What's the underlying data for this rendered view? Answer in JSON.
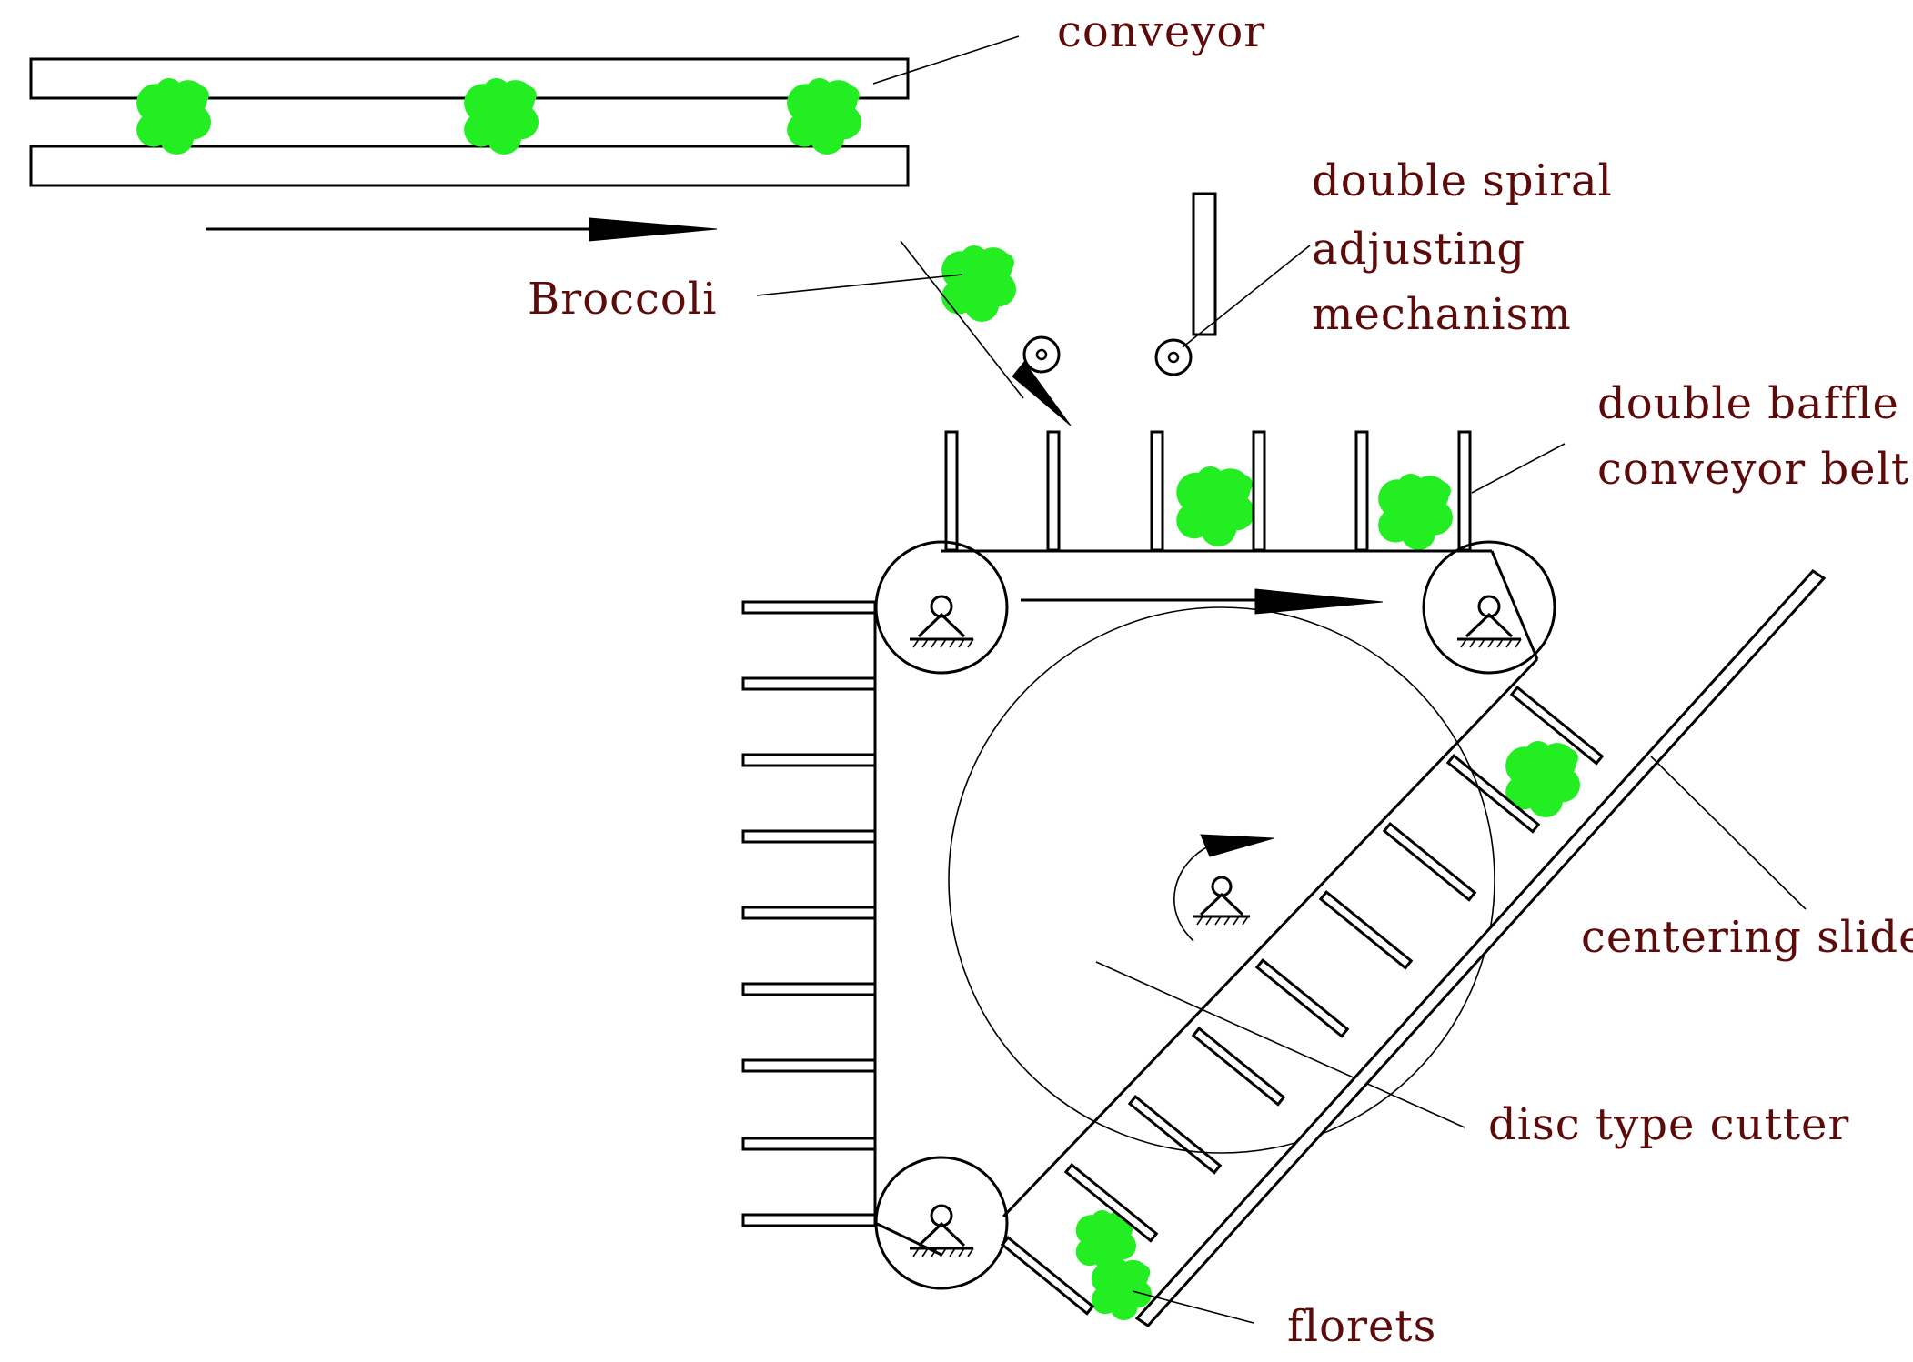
{
  "labels": {
    "conveyor": "conveyor",
    "broccoli": "Broccoli",
    "spiral_line1": "double spiral",
    "spiral_line2": "adjusting",
    "spiral_line3": "mechanism",
    "baffle_line1": "double baffle",
    "baffle_line2": "conveyor belt",
    "centering_slide": "centering slide",
    "disc_cutter": "disc type cutter",
    "florets": "florets"
  },
  "colors": {
    "label_text": "#5c0a0a",
    "broccoli_green": "#22ee22",
    "line": "#000000",
    "background": "#ffffff"
  }
}
